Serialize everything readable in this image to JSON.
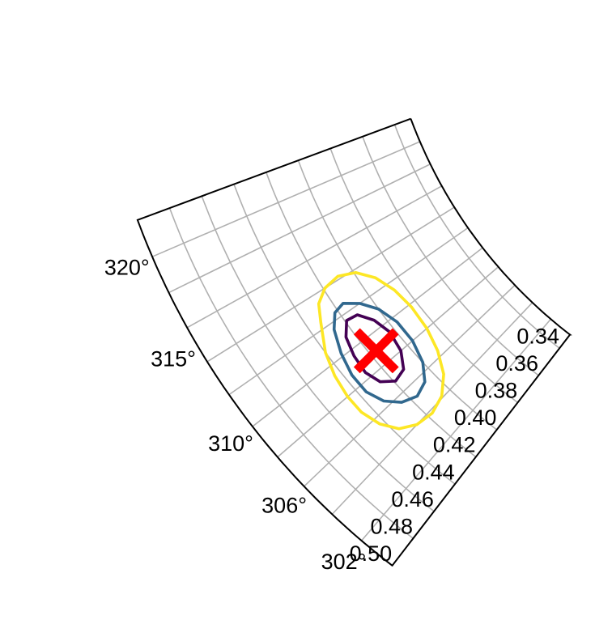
{
  "chart_data": {
    "type": "contour",
    "projection": "polar sector",
    "theta_axis": {
      "range": [
        300,
        322
      ],
      "tick_labels": [
        "320°",
        "315°",
        "310°",
        "306°",
        "302°"
      ],
      "tick_values": [
        320,
        315,
        310,
        306,
        302
      ],
      "minor_grid_values": [
        300,
        302,
        304,
        306,
        308,
        310,
        312,
        314,
        316,
        318,
        320,
        322
      ]
    },
    "radial_axis": {
      "range": [
        0.33,
        0.5
      ],
      "tick_values": [
        0.34,
        0.36,
        0.38,
        0.4,
        0.42,
        0.44,
        0.46,
        0.48,
        0.5
      ],
      "tick_labels": [
        "0.34",
        "0.36",
        "0.38",
        "0.40",
        "0.42",
        "0.44",
        "0.46",
        "0.48",
        "0.50"
      ]
    },
    "grid": true,
    "contours": [
      {
        "color": "#fde725",
        "points": [
          [
            312.4,
            0.432
          ],
          [
            310.8,
            0.44
          ],
          [
            309.4,
            0.444
          ],
          [
            308.0,
            0.446
          ],
          [
            306.8,
            0.446
          ],
          [
            305.6,
            0.443
          ],
          [
            304.6,
            0.437
          ],
          [
            304.0,
            0.428
          ],
          [
            303.8,
            0.417
          ],
          [
            304.1,
            0.406
          ],
          [
            305.0,
            0.396
          ],
          [
            306.4,
            0.389
          ],
          [
            308.0,
            0.385
          ],
          [
            309.8,
            0.384
          ],
          [
            311.4,
            0.386
          ],
          [
            312.8,
            0.391
          ],
          [
            313.8,
            0.399
          ],
          [
            314.2,
            0.409
          ],
          [
            314.0,
            0.419
          ],
          [
            313.4,
            0.427
          ],
          [
            312.4,
            0.432
          ]
        ]
      },
      {
        "color": "#31688e",
        "points": [
          [
            311.6,
            0.428
          ],
          [
            310.2,
            0.433
          ],
          [
            308.8,
            0.436
          ],
          [
            307.5,
            0.436
          ],
          [
            306.4,
            0.432
          ],
          [
            305.6,
            0.425
          ],
          [
            305.2,
            0.416
          ],
          [
            305.5,
            0.407
          ],
          [
            306.5,
            0.4
          ],
          [
            308.0,
            0.396
          ],
          [
            309.6,
            0.396
          ],
          [
            311.0,
            0.4
          ],
          [
            312.0,
            0.407
          ],
          [
            312.6,
            0.415
          ],
          [
            312.4,
            0.422
          ],
          [
            311.6,
            0.428
          ]
        ]
      },
      {
        "color": "#440154",
        "points": [
          [
            310.8,
            0.425
          ],
          [
            309.6,
            0.428
          ],
          [
            308.4,
            0.429
          ],
          [
            307.4,
            0.426
          ],
          [
            306.8,
            0.419
          ],
          [
            307.0,
            0.411
          ],
          [
            308.0,
            0.405
          ],
          [
            309.4,
            0.403
          ],
          [
            310.6,
            0.406
          ],
          [
            311.5,
            0.412
          ],
          [
            311.6,
            0.419
          ],
          [
            310.8,
            0.425
          ]
        ]
      }
    ],
    "marker": {
      "shape": "x",
      "color": "#ff0000",
      "theta": 309.0,
      "r": 0.416
    }
  }
}
